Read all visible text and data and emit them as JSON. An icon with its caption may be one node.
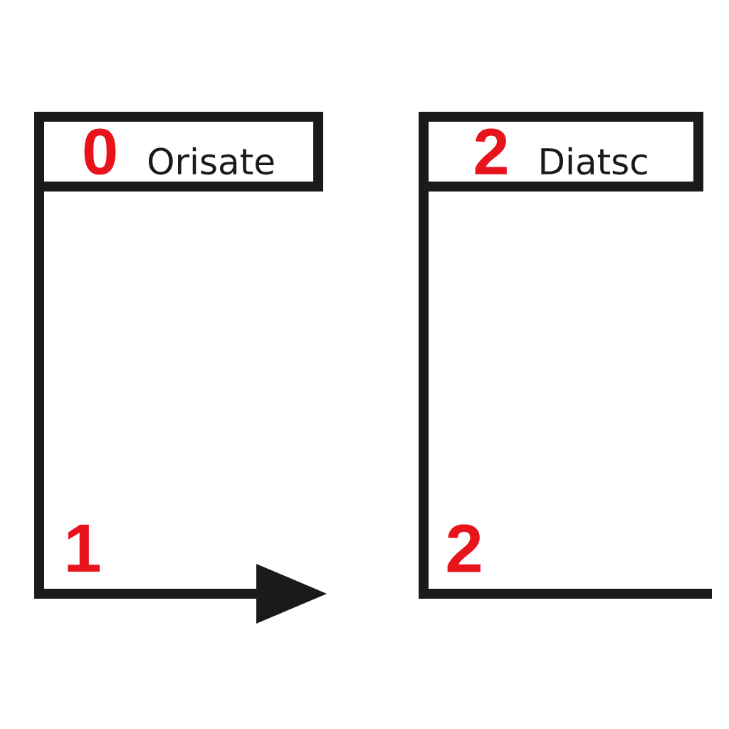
{
  "diagram": {
    "nodes": [
      {
        "text": [
          "0",
          "Orisate"
        ]
      },
      {
        "text": [
          "2",
          "Diatsc"
        ]
      }
    ],
    "edges": [
      {
        "from": 0,
        "to": null,
        "arrow": "to"
      },
      {
        "from": 1,
        "to": null,
        "arrow": "none"
      }
    ],
    "labels": [
      "1",
      "2"
    ]
  }
}
